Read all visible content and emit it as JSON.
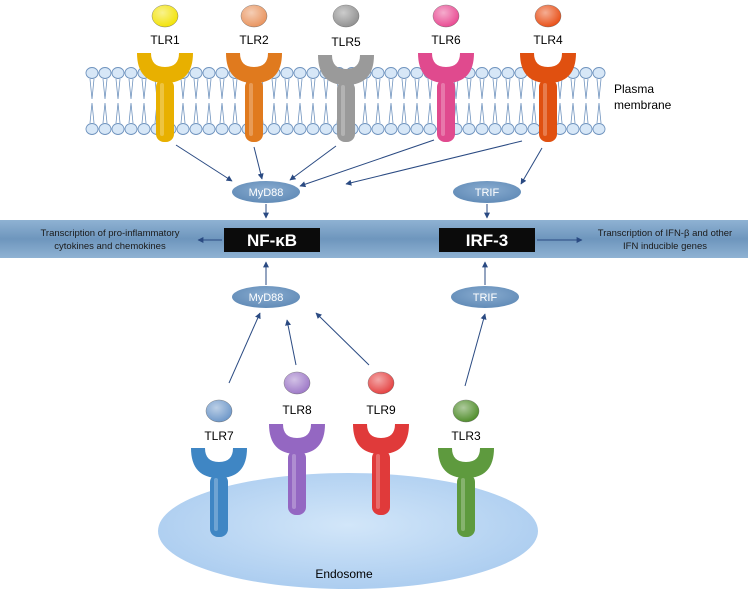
{
  "receptors": {
    "tlr1": {
      "label": "TLR1",
      "color": "#e8b000",
      "ligand": "#f2e200"
    },
    "tlr2": {
      "label": "TLR2",
      "color": "#e07a1e",
      "ligand": "#e8915a"
    },
    "tlr5": {
      "label": "TLR5",
      "color": "#9a9a9a",
      "ligand": "#8e8e8e"
    },
    "tlr6": {
      "label": "TLR6",
      "color": "#e04a8e",
      "ligand": "#e8458f"
    },
    "tlr4": {
      "label": "TLR4",
      "color": "#e05010",
      "ligand": "#e84a10"
    },
    "tlr7": {
      "label": "TLR7",
      "color": "#3f86c4",
      "ligand": "#6a95c8"
    },
    "tlr8": {
      "label": "TLR8",
      "color": "#9467c2",
      "ligand": "#9b75c6"
    },
    "tlr9": {
      "label": "TLR9",
      "color": "#e03a3a",
      "ligand": "#e43c3c"
    },
    "tlr3": {
      "label": "TLR3",
      "color": "#5e9a3e",
      "ligand": "#4b8a25"
    }
  },
  "membrane": {
    "label_line1": "Plasma",
    "label_line2": "membrane"
  },
  "adaptors": {
    "myd88_top": "MyD88",
    "trif_top": "TRIF",
    "myd88_bottom": "MyD88",
    "trif_bottom": "TRIF"
  },
  "factors": {
    "nfkb": "NF-κB",
    "irf3": "IRF-3"
  },
  "outputs": {
    "left_line1": "Transcription of pro-inflammatory",
    "left_line2": "cytokines and chemokines",
    "right_line1": "Transcription of IFN-β and other",
    "right_line2": "IFN inducible genes"
  },
  "endosome": {
    "label": "Endosome"
  },
  "colors": {
    "band": "#7aa2c6",
    "adaptor": "#6f9ac3",
    "factor_box": "#0b0b0b",
    "arrow": "#2a4a82",
    "endosome": "#b8d6f3"
  }
}
